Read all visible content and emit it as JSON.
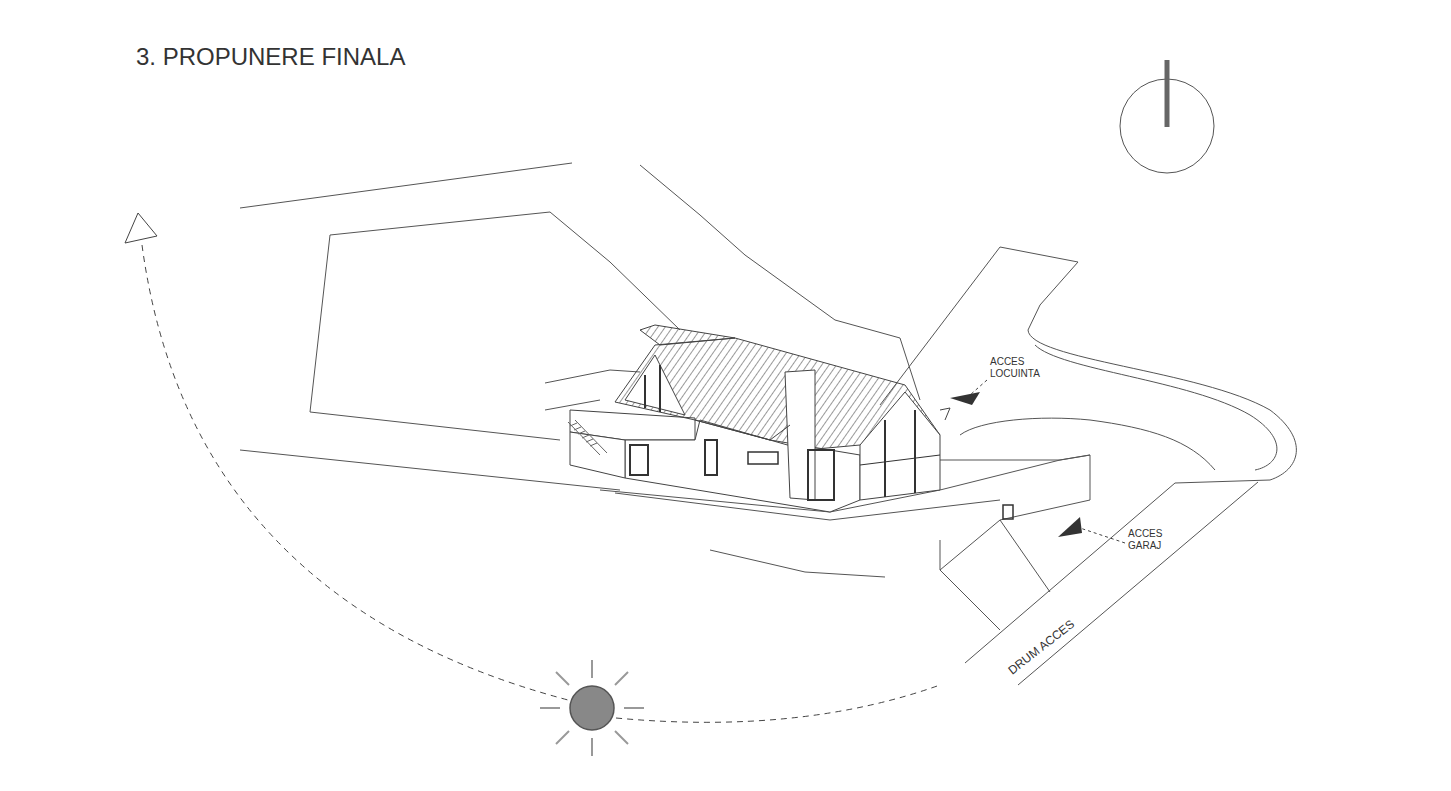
{
  "diagram": {
    "title": "3. PROPUNERE FINALA",
    "labels": [
      "ACCES LOCUINTA",
      "ACCES GARAJ",
      "DRUM ACCES"
    ]
  }
}
